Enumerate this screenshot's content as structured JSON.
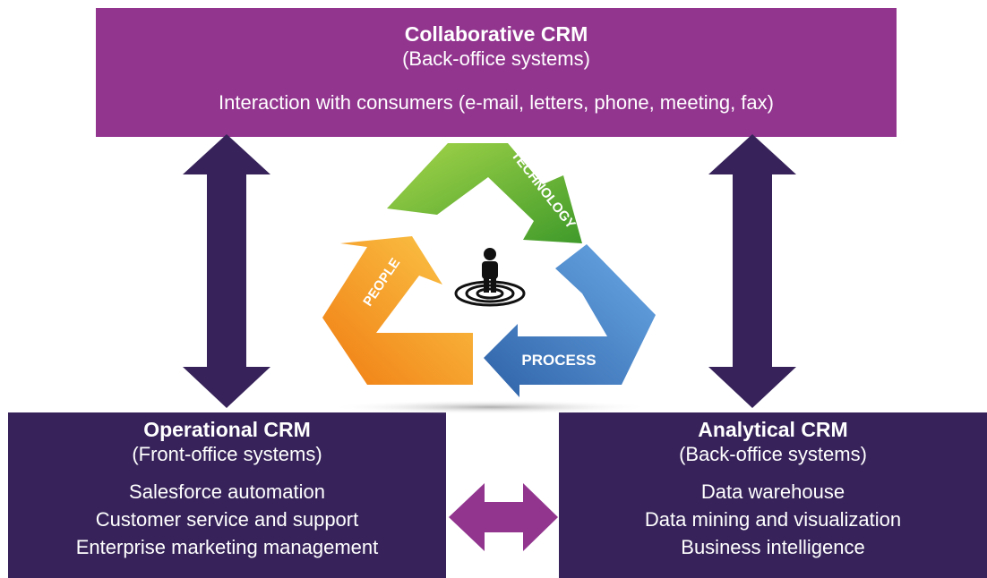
{
  "collaborative": {
    "title": "Collaborative CRM",
    "subtitle": "(Back-office systems)",
    "description": "Interaction with consumers (e-mail, letters, phone, meeting, fax)"
  },
  "operational": {
    "title": "Operational CRM",
    "subtitle": "(Front-office systems)",
    "items": [
      "Salesforce automation",
      "Customer service and support",
      "Enterprise marketing management"
    ]
  },
  "analytical": {
    "title": "Analytical CRM",
    "subtitle": "(Back-office systems)",
    "items": [
      "Data warehouse",
      "Data mining and visualization",
      "Business intelligence"
    ]
  },
  "cycle": {
    "labels": {
      "technology": "TECHNOLOGY",
      "people": "PEOPLE",
      "process": "PROCESS"
    }
  },
  "colors": {
    "collaborative_box": "#92358f",
    "lower_boxes": "#37235a",
    "vertical_arrows": "#37235a",
    "horizontal_arrow": "#92358f",
    "technology_arrow": "#6fbe2e",
    "people_arrow": "#f39a1c",
    "process_arrow": "#3d7fc6"
  },
  "icons": {
    "center": "person-on-target-icon"
  }
}
